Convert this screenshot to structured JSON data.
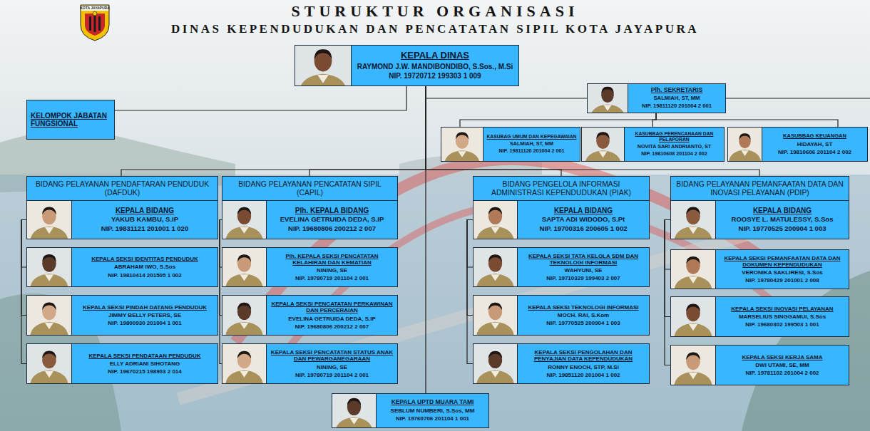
{
  "diagram": {
    "title": "STURUKTUR ORGANISASI",
    "nodes": [
      {
        "text": [
          "KEPALA DINAS",
          "RAYMOND J.W. MANDIBONDIBO, S.Sos., M.Si",
          "NIP. 19720712 199303 1 009"
        ]
      },
      {
        "text": [
          "KELOMPOK JABATAN FUNGSIONAL"
        ]
      },
      {
        "text": [
          "Plh. SEKRETARIS",
          "SALMIAH, ST, MM",
          "NIP. 19811120 201004 2 001"
        ]
      },
      {
        "text": [
          "KASUBAG UMUM DAN KEPEGAWAIAN",
          "SALMIAH, ST, MM",
          "NIP. 19811120 201004 2 001"
        ]
      },
      {
        "text": [
          "KASUBBAG PERENCANAAN DAN PELAPORAN",
          "NOVITA SARI ANDRIANTO, ST",
          "NIP. 19810608 201104 2 002"
        ]
      },
      {
        "text": [
          "KASUBBAG KEUANGAN",
          "HIDAYAH, ST",
          "NIP. 19810606 201104 2 002"
        ]
      },
      {
        "text": [
          "BIDANG PELAYANAN PENDAFTARAN PENDUDUK (DAFDUK)"
        ]
      },
      {
        "text": [
          "KEPALA BIDANG",
          "YAKUB KAMBU, S.IP",
          "NIP. 19831121 201001 1 020"
        ]
      },
      {
        "text": [
          "KEPALA SEKSI IDENTITAS PENDUDUK",
          "ABRAHAM IWO, S.Sos",
          "NIP. 19810414 201505 1 002"
        ]
      },
      {
        "text": [
          "KEPALA SEKSI PINDAH DATANG PENDUDUK",
          "JIMMY BELLY PETERS, SE",
          "NIP. 19800930 201004 1 001"
        ]
      },
      {
        "text": [
          "KEPALA SEKSI PENDATAAN PENDUDUK",
          "ELLY ADRIANI SIHOTANG",
          "NIP. 19670215 198903 2 014"
        ]
      },
      {
        "text": [
          "BIDANG PELAYANAN PENCATATAN SIPIL (CAPIL)"
        ]
      },
      {
        "text": [
          "Plh. KEPALA BIDANG",
          "EVELINA GETRUIDA DEDA, S.IP",
          "NIP. 19680806 200212 2 007"
        ]
      },
      {
        "text": [
          "Plh. KEPALA SEKSI PENCATATAN KELAHIRAN DAN KEMATIAN",
          "NINING, SE",
          "NIP. 19780719 201104 2 001"
        ]
      },
      {
        "text": [
          "KEPALA SEKSI PENCATATAN PERKAWINAN DAN PERCERAIAN",
          "EVELINA GETRUIDA DEDA, S.IP",
          "NIP. 19680806 200212 2 007"
        ]
      },
      {
        "text": [
          "KEPALA SEKSI PENCATATAN STATUS ANAK DAN PEWARGANEGARAAN",
          "NINING, SE",
          "NIP. 19780719 201104 2 001"
        ]
      },
      {
        "text": [
          "BIDANG PENGELOLA INFORMASI ADMINISTRASI KEPENDUDUKAN (PIAK)"
        ]
      },
      {
        "text": [
          "KEPALA BIDANG",
          "SAPTA ADI WIDODO, S.Pt",
          "NIP. 19700316 200605 1 002"
        ]
      },
      {
        "text": [
          "KEPALA SEKSI TATA KELOLA SDM DAN TEKNOLOGI INFORMASI",
          "WAHYUNI, SE",
          "NIP. 19710329 199403 2 007"
        ]
      },
      {
        "text": [
          "KEPALA SEKSI TEKNOLOGI INFORMASI",
          "MOCH. RAI, S.Kom",
          "NIP. 19770525 200904 1 003"
        ]
      },
      {
        "text": [
          "KEPALA SEKSI PENGOLAHAN DAN PENYAJIAN DATA KEPENDUDUKAN",
          "RONNY ENOCH, STP, M.Si",
          "NIP. 19851120 201004 1 002"
        ]
      },
      {
        "text": [
          "BIDANG PELAYANAN PEMANFAATAN DATA DAN INOVASI PELAYANAN (PDIP)"
        ]
      },
      {
        "text": [
          "KEPALA BIDANG",
          "ROOSYE L. MATULESSY, S.Sos",
          "NIP. 19770525 200904 1 003"
        ]
      },
      {
        "text": [
          "KEPALA SEKSI PEMANFAATAN DATA DAN DOKUMEN KEPENDUDUKAN",
          "VERONIKA SAKLIRESI, S.Sos",
          "NIP. 19780429 201001 2 008"
        ]
      },
      {
        "text": [
          "KEPALA SEKSI INOVASI PELAYANAN",
          "MARSELIUS SINGGAMUI, S.Sos",
          "NIP. 19680302 199503 1 001"
        ]
      },
      {
        "text": [
          "KEPALA SEKSI KERJA SAMA",
          "DWI UTAMI, SE, MM",
          "NIP. 19781102 201004 2 002"
        ]
      },
      {
        "text": [
          "KEPALA UPTD MUARA TAMI",
          "SEBLUM NUMBERI, S.Sos, MM",
          "NIP. 19760706 201104 1 001"
        ]
      }
    ],
    "edges": [
      {
        "from": 0,
        "to": 1,
        "arrow": "none"
      },
      {
        "from": 0,
        "to": 2,
        "arrow": "none"
      },
      {
        "from": 2,
        "to": 3,
        "arrow": "none"
      },
      {
        "from": 2,
        "to": 4,
        "arrow": "none"
      },
      {
        "from": 2,
        "to": 5,
        "arrow": "none"
      },
      {
        "from": 0,
        "to": 6,
        "arrow": "none"
      },
      {
        "from": 0,
        "to": 11,
        "arrow": "none"
      },
      {
        "from": 0,
        "to": 16,
        "arrow": "none"
      },
      {
        "from": 0,
        "to": 21,
        "arrow": "none"
      },
      {
        "from": 7,
        "to": 8,
        "arrow": "none"
      },
      {
        "from": 7,
        "to": 9,
        "arrow": "none"
      },
      {
        "from": 7,
        "to": 10,
        "arrow": "none"
      },
      {
        "from": 12,
        "to": 13,
        "arrow": "none"
      },
      {
        "from": 12,
        "to": 14,
        "arrow": "none"
      },
      {
        "from": 12,
        "to": 15,
        "arrow": "none"
      },
      {
        "from": 17,
        "to": 18,
        "arrow": "none"
      },
      {
        "from": 17,
        "to": 19,
        "arrow": "none"
      },
      {
        "from": 17,
        "to": 20,
        "arrow": "none"
      },
      {
        "from": 22,
        "to": 23,
        "arrow": "none"
      },
      {
        "from": 22,
        "to": 24,
        "arrow": "none"
      },
      {
        "from": 22,
        "to": 25,
        "arrow": "none"
      },
      {
        "from": 0,
        "to": 26,
        "arrow": "none"
      }
    ],
    "labels": [
      "DINAS KEPENDUDUKAN DAN PENCATATAN SIPIL KOTA JAYAPURA",
      "KOTA JAYAPURA"
    ]
  }
}
